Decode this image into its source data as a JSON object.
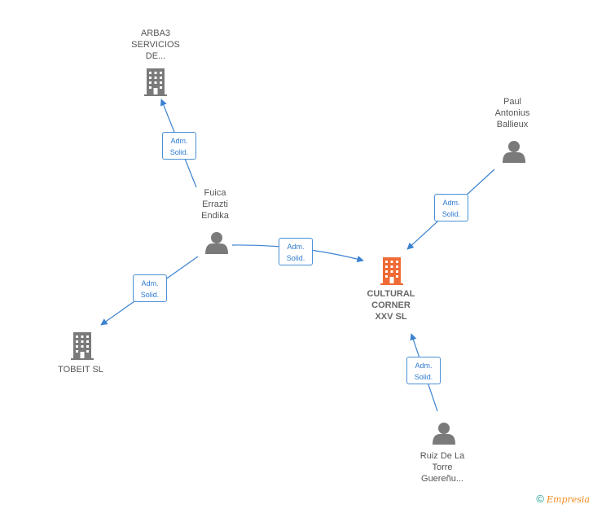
{
  "nodes": {
    "arba3": {
      "label": "ARBA3\nSERVICIOS\nDE...",
      "kind": "company",
      "color": "#7a7a7a"
    },
    "fuica": {
      "label": "Fuica\nErrazti\nEndika",
      "kind": "person",
      "color": "#7a7a7a"
    },
    "paul": {
      "label": "Paul\nAntonius\nBallieux",
      "kind": "person",
      "color": "#7a7a7a"
    },
    "cultural": {
      "label": "CULTURAL\nCORNER\nXXV  SL",
      "kind": "company",
      "color": "#f06a35"
    },
    "tobeit": {
      "label": "TOBEIT  SL",
      "kind": "company",
      "color": "#7a7a7a"
    },
    "ruiz": {
      "label": "Ruiz De La\nTorre\nGuereñu...",
      "kind": "person",
      "color": "#7a7a7a"
    }
  },
  "edges": [
    {
      "id": "fuica-arba3",
      "label": "Adm.\nSolid."
    },
    {
      "id": "fuica-cultural",
      "label": "Adm.\nSolid."
    },
    {
      "id": "paul-cultural",
      "label": "Adm.\nSolid."
    },
    {
      "id": "fuica-tobeit",
      "label": "Adm.\nSolid."
    },
    {
      "id": "ruiz-cultural",
      "label": "Adm.\nSolid."
    }
  ],
  "colors": {
    "edge": "#3b82d0",
    "accent": "#f06a35",
    "node": "#7a7a7a"
  },
  "footer": {
    "copyright": "©",
    "brand": "Empresia"
  }
}
